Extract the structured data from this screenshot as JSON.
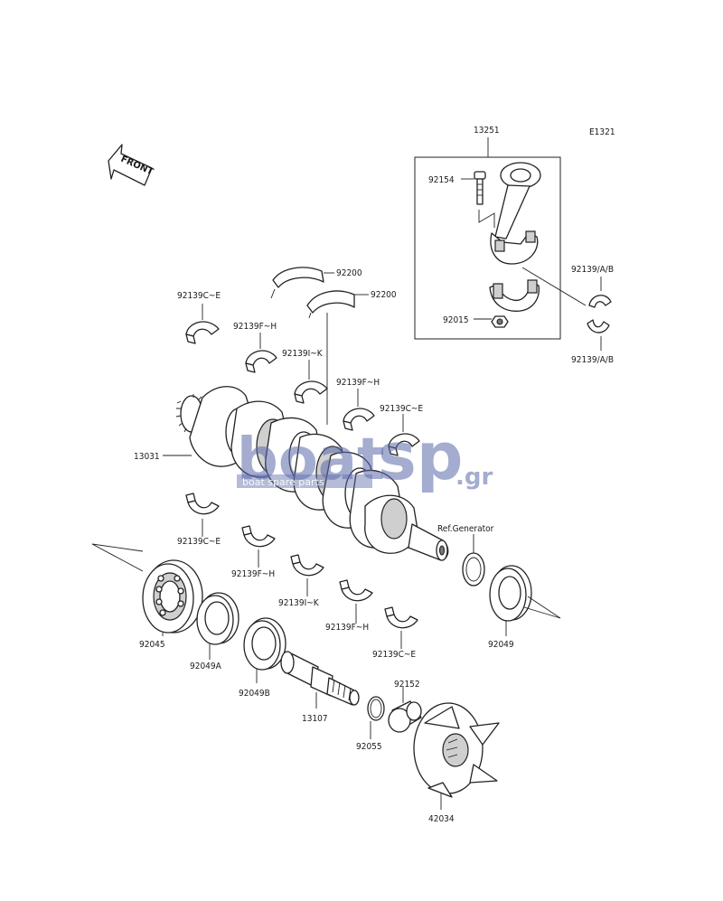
{
  "diagram": {
    "code": "E1321",
    "front_label": "FRONT",
    "ref_label": "Ref.Generator",
    "parts": {
      "p13251": "13251",
      "p92154": "92154",
      "p92015": "92015",
      "p92139ab_1": "92139/A/B",
      "p92139ab_2": "92139/A/B",
      "p92200_1": "92200",
      "p92200_2": "92200",
      "p92139ce_1": "92139C~E",
      "p92139fh_1": "92139F~H",
      "p92139ik_1": "92139I~K",
      "p92139fh_2": "92139F~H",
      "p92139ce_2": "92139C~E",
      "p13031": "13031",
      "p92139ce_3": "92139C~E",
      "p92139fh_3": "92139F~H",
      "p92139ik_2": "92139I~K",
      "p92139fh_4": "92139F~H",
      "p92139ce_4": "92139C~E",
      "p92045": "92045",
      "p92049a": "92049A",
      "p92049b": "92049B",
      "p13107": "13107",
      "p92055": "92055",
      "p92152": "92152",
      "p42034": "42034",
      "p92049": "92049"
    }
  },
  "watermark": {
    "brand_main": "boat",
    "brand_sp": "sp",
    "brand_tld": ".gr",
    "tagline": "boat spare parts"
  }
}
